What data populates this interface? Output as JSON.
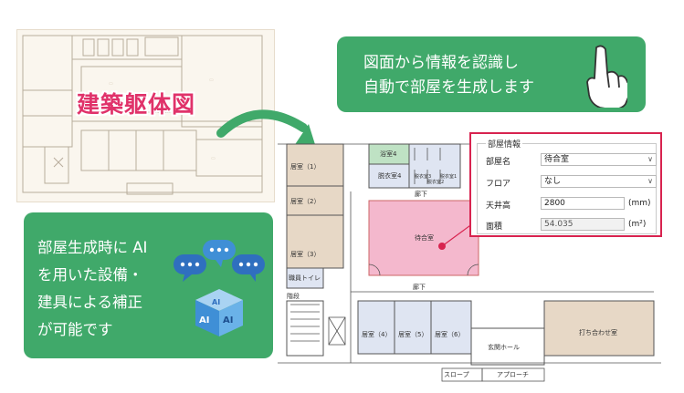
{
  "source_plan": {
    "label": "建築躯体図"
  },
  "bubble_top": {
    "line1": "図面から情報を認識し",
    "line2": "自動で部屋を生成します"
  },
  "bubble_left": {
    "line1": "部屋生成時に AI",
    "line2": "を用いた設備・",
    "line3": "建具による補正",
    "line4": "が可能です"
  },
  "ai_icon": {
    "chat_label": "•••",
    "cube_label": "AI"
  },
  "generated_plan": {
    "rooms": {
      "r1": "居室（1）",
      "r2": "居室（2）",
      "r3": "居室（3）",
      "bath": "浴室4",
      "dress": "脱衣室4",
      "corridor_top": "廊下",
      "waiting": "待合室",
      "corridor_mid": "廊下",
      "toilet": "職員トイレ",
      "stairs": "階段",
      "r4": "居室（4）",
      "r5": "居室（5）",
      "r6": "居室（6）",
      "hall": "玄関ホール",
      "meeting": "打ち合わせ室",
      "slope": "スロープ",
      "approach": "アプローチ",
      "shower3": "脱衣室3",
      "shower2": "脱衣室2",
      "shower1": "脱衣室1"
    }
  },
  "properties": {
    "title": "部屋情報",
    "room_name_label": "部屋名",
    "room_name_value": "待合室",
    "floor_label": "フロア",
    "floor_value": "なし",
    "ceiling_label": "天井高",
    "ceiling_value": "2800",
    "ceiling_unit": "(mm)",
    "area_label": "面積",
    "area_value": "54.035",
    "area_unit": "(m²)"
  },
  "colors": {
    "green": "#40a96a",
    "pink": "#e0326a",
    "accent_red": "#d8234f",
    "room_brown": "#e7d8c6",
    "room_blue": "#dfe5f2",
    "room_pink": "#f4b8cd",
    "room_green": "#bfe2c4"
  }
}
